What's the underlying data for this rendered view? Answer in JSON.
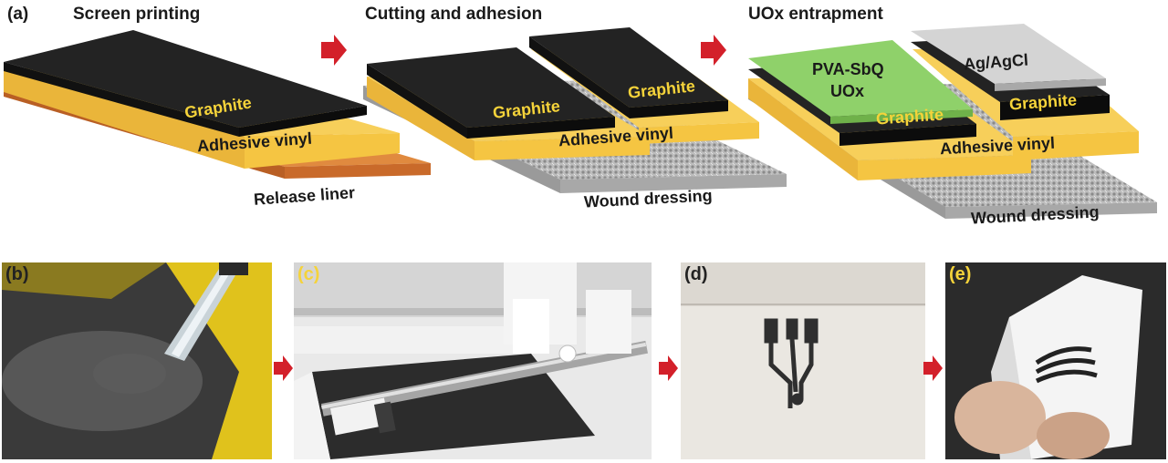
{
  "panel_a": {
    "label": "(a)",
    "step1": {
      "title": "Screen printing",
      "graphite": "Graphite",
      "adhesive": "Adhesive vinyl",
      "liner": "Release liner"
    },
    "step2": {
      "title": "Cutting and adhesion",
      "graphite_left": "Graphite",
      "graphite_right": "Graphite",
      "adhesive": "Adhesive vinyl",
      "dressing": "Wound dressing"
    },
    "step3": {
      "title": "UOx entrapment",
      "pva_line1": "PVA-SbQ",
      "pva_line2": "UOx",
      "agagcl": "Ag/AgCl",
      "graphite_left": "Graphite",
      "graphite_right": "Graphite",
      "adhesive": "Adhesive vinyl",
      "dressing": "Wound dressing"
    }
  },
  "photos": {
    "b": {
      "label": "(b)"
    },
    "c": {
      "label": "(c)"
    },
    "d": {
      "label": "(d)"
    },
    "e": {
      "label": "(e)"
    }
  },
  "colors": {
    "graphite": "#1f1f1f",
    "adhesive_vinyl": "#f5c542",
    "release_liner": "#d9772e",
    "pva_sbq": "#8fd16a",
    "ag_agcl": "#cfcfcf",
    "arrow": "#d3202a"
  }
}
